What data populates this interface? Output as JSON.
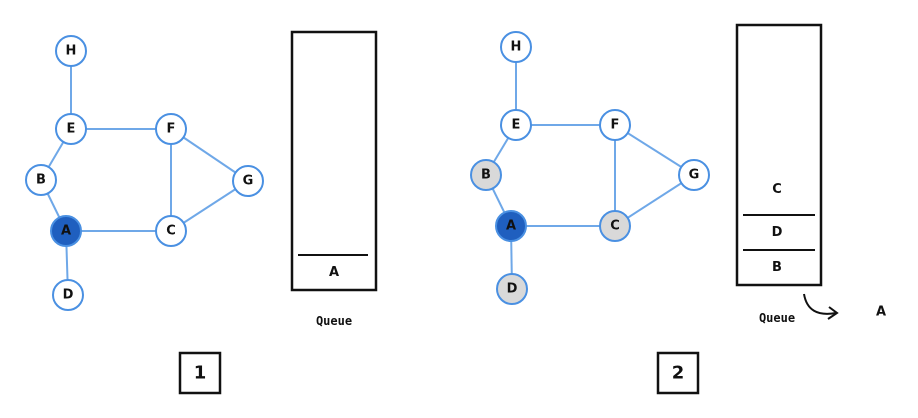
{
  "colors": {
    "edge": "#6fa8e8",
    "node_border": "#4a90e2",
    "unvisited_fill": "#ffffff",
    "current_fill": "#1f5fbf",
    "queued_fill": "#d9d9d9",
    "ink": "#111111"
  },
  "panels": [
    {
      "step_label": "1",
      "queue_caption": "Queue",
      "queue_items": [
        "A"
      ],
      "dequeued": "",
      "nodes": [
        {
          "id": "H",
          "label": "H",
          "state": "unvisited"
        },
        {
          "id": "E",
          "label": "E",
          "state": "unvisited"
        },
        {
          "id": "F",
          "label": "F",
          "state": "unvisited"
        },
        {
          "id": "B",
          "label": "B",
          "state": "unvisited"
        },
        {
          "id": "G",
          "label": "G",
          "state": "unvisited"
        },
        {
          "id": "A",
          "label": "A",
          "state": "current"
        },
        {
          "id": "C",
          "label": "C",
          "state": "unvisited"
        },
        {
          "id": "D",
          "label": "D",
          "state": "unvisited"
        }
      ]
    },
    {
      "step_label": "2",
      "queue_caption": "Queue",
      "queue_items": [
        "C",
        "D",
        "B"
      ],
      "dequeued": "A",
      "nodes": [
        {
          "id": "H",
          "label": "H",
          "state": "unvisited"
        },
        {
          "id": "E",
          "label": "E",
          "state": "unvisited"
        },
        {
          "id": "F",
          "label": "F",
          "state": "unvisited"
        },
        {
          "id": "B",
          "label": "B",
          "state": "queued"
        },
        {
          "id": "G",
          "label": "G",
          "state": "unvisited"
        },
        {
          "id": "A",
          "label": "A",
          "state": "current"
        },
        {
          "id": "C",
          "label": "C",
          "state": "queued"
        },
        {
          "id": "D",
          "label": "D",
          "state": "queued"
        }
      ]
    }
  ],
  "edges": [
    [
      "H",
      "E"
    ],
    [
      "E",
      "F"
    ],
    [
      "E",
      "B"
    ],
    [
      "B",
      "A"
    ],
    [
      "A",
      "C"
    ],
    [
      "A",
      "D"
    ],
    [
      "F",
      "C"
    ],
    [
      "F",
      "G"
    ],
    [
      "C",
      "G"
    ]
  ]
}
